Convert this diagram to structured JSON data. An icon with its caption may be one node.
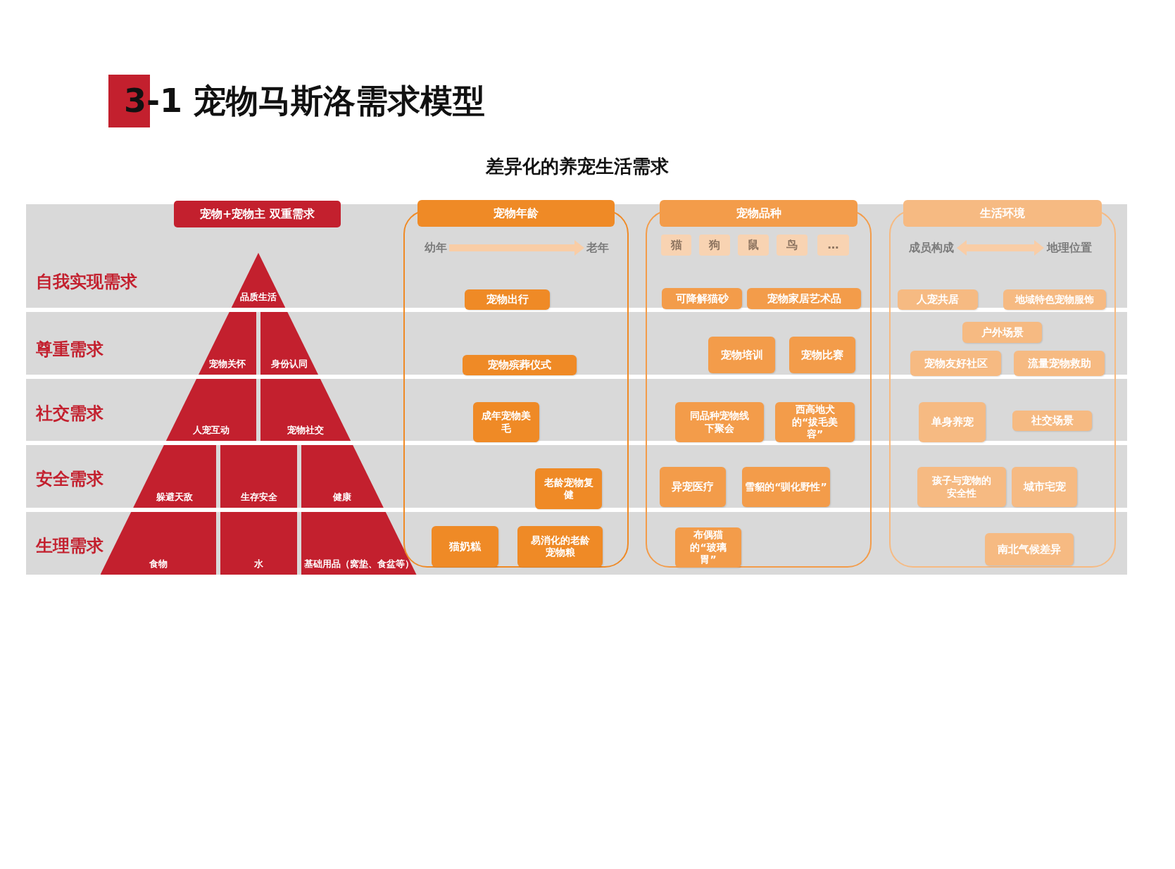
{
  "diagram": {
    "title": "3-1 宠物马斯洛需求模型",
    "nodes": [
      {
        "text": [
          "宠物+宠物主 双重需求"
        ]
      },
      {
        "text": [
          "品质生活"
        ]
      },
      {
        "text": [
          "宠物关怀"
        ]
      },
      {
        "text": [
          "身份认同"
        ]
      },
      {
        "text": [
          "人宠互动"
        ]
      },
      {
        "text": [
          "宠物社交"
        ]
      },
      {
        "text": [
          "躲避天敌"
        ]
      },
      {
        "text": [
          "生存安全"
        ]
      },
      {
        "text": [
          "健康"
        ]
      },
      {
        "text": [
          "食物"
        ]
      },
      {
        "text": [
          "水"
        ]
      },
      {
        "text": [
          "基础用品（窝垫、食盆等）"
        ]
      },
      {
        "text": [
          "宠物年龄"
        ]
      },
      {
        "text": [
          "幼年"
        ],
        "in": 12
      },
      {
        "text": [
          "老年"
        ],
        "in": 12
      },
      {
        "text": [
          "宠物出行"
        ],
        "in": 12
      },
      {
        "text": [
          "宠物殡葬仪式"
        ],
        "in": 12
      },
      {
        "text": [
          "成年宠物美毛"
        ],
        "in": 12
      },
      {
        "text": [
          "老龄宠物复健"
        ],
        "in": 12
      },
      {
        "text": [
          "猫奶糕"
        ],
        "in": 12
      },
      {
        "text": [
          "易消化的老龄宠物粮"
        ],
        "in": 12
      },
      {
        "text": [
          "宠物品种"
        ]
      },
      {
        "text": [
          "猫"
        ],
        "in": 21
      },
      {
        "text": [
          "狗"
        ],
        "in": 21
      },
      {
        "text": [
          "鼠"
        ],
        "in": 21
      },
      {
        "text": [
          "鸟"
        ],
        "in": 21
      },
      {
        "text": [
          "…"
        ],
        "in": 21
      },
      {
        "text": [
          "可降解猫砂"
        ],
        "in": 21
      },
      {
        "text": [
          "宠物家居艺术品"
        ],
        "in": 21
      },
      {
        "text": [
          "宠物培训"
        ],
        "in": 21
      },
      {
        "text": [
          "宠物比赛"
        ],
        "in": 21
      },
      {
        "text": [
          "同品种宠物线下聚会"
        ],
        "in": 21
      },
      {
        "text": [
          "西高地犬的“拔毛美容”"
        ],
        "in": 21
      },
      {
        "text": [
          "异宠医疗"
        ],
        "in": 21
      },
      {
        "text": [
          "雪貂的“驯化野性”"
        ],
        "in": 21
      },
      {
        "text": [
          "布偶猫的“玻璃胃”"
        ],
        "in": 21
      },
      {
        "text": [
          "生活环境"
        ]
      },
      {
        "text": [
          "成员构成"
        ],
        "in": 36
      },
      {
        "text": [
          "地理位置"
        ],
        "in": 36
      },
      {
        "text": [
          "人宠共居"
        ],
        "in": 36
      },
      {
        "text": [
          "地域特色宠物服饰"
        ],
        "in": 36
      },
      {
        "text": [
          "户外场景"
        ],
        "in": 36
      },
      {
        "text": [
          "宠物友好社区"
        ],
        "in": 36
      },
      {
        "text": [
          "流量宠物救助"
        ],
        "in": 36
      },
      {
        "text": [
          "单身养宠"
        ],
        "in": 36
      },
      {
        "text": [
          "社交场景"
        ],
        "in": 36
      },
      {
        "text": [
          "孩子与宠物的安全性"
        ],
        "in": 36
      },
      {
        "text": [
          "城市宅宠"
        ],
        "in": 36
      },
      {
        "text": [
          "南北气候差异"
        ],
        "in": 36
      }
    ],
    "edges": [
      {
        "from": 13,
        "to": 14,
        "arrow": "to"
      },
      {
        "from": 37,
        "to": 38,
        "arrow": "both"
      }
    ],
    "labels": [
      "差异化的养宠生活需求",
      "自我实现需求",
      "尊重需求",
      "社交需求",
      "安全需求",
      "生理需求"
    ]
  }
}
